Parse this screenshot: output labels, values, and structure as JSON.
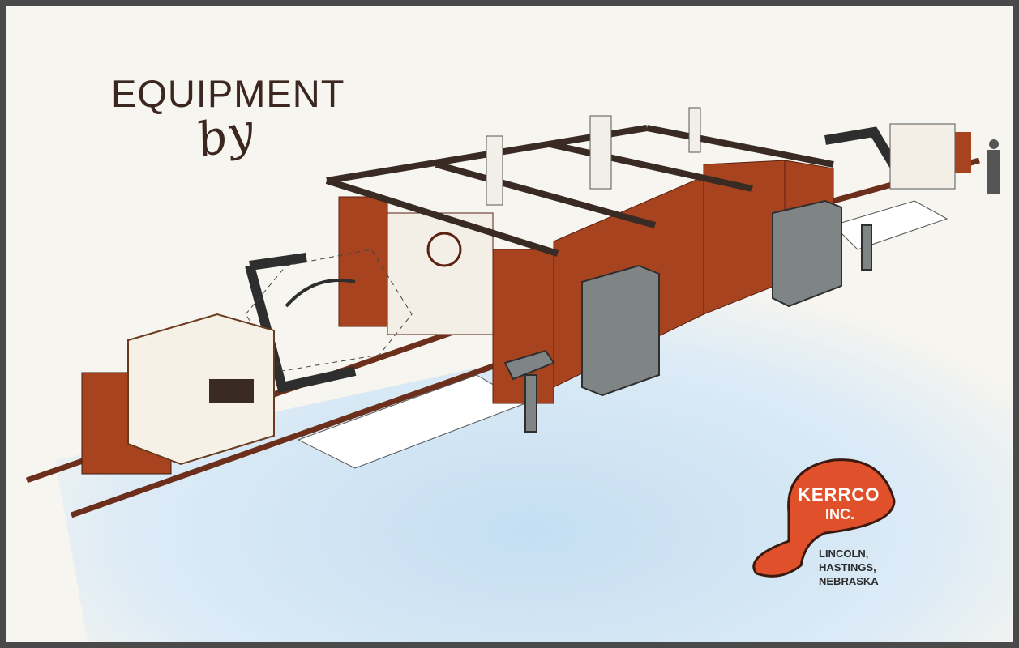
{
  "headline": {
    "word": "EQUIPMENT",
    "script": "by"
  },
  "logo": {
    "name": "KERRCO",
    "suffix": "INC.",
    "locations": [
      "LINCOLN,",
      "HASTINGS,",
      "NEBRASKA"
    ]
  },
  "colors": {
    "panel_red": "#a8431f",
    "logo_orange": "#e0502a",
    "floor_blue": "#cfe4f3",
    "cabinet_gray": "#7f8584",
    "text_dark": "#3b2620"
  }
}
